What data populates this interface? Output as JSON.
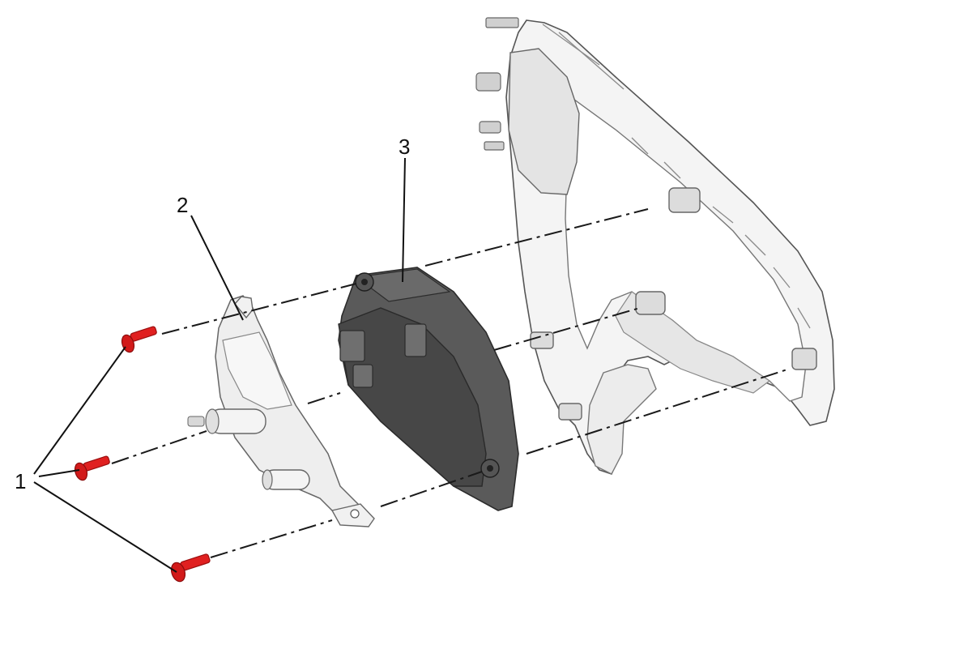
{
  "callouts": {
    "fastener": "1",
    "bracket": "2",
    "module": "3"
  },
  "colors": {
    "fastener": "#e02020",
    "module": "#4a4a4a",
    "bracket": "#eeeeee",
    "bezel": "#f2f2f2",
    "lines": "#1a1a1a"
  }
}
